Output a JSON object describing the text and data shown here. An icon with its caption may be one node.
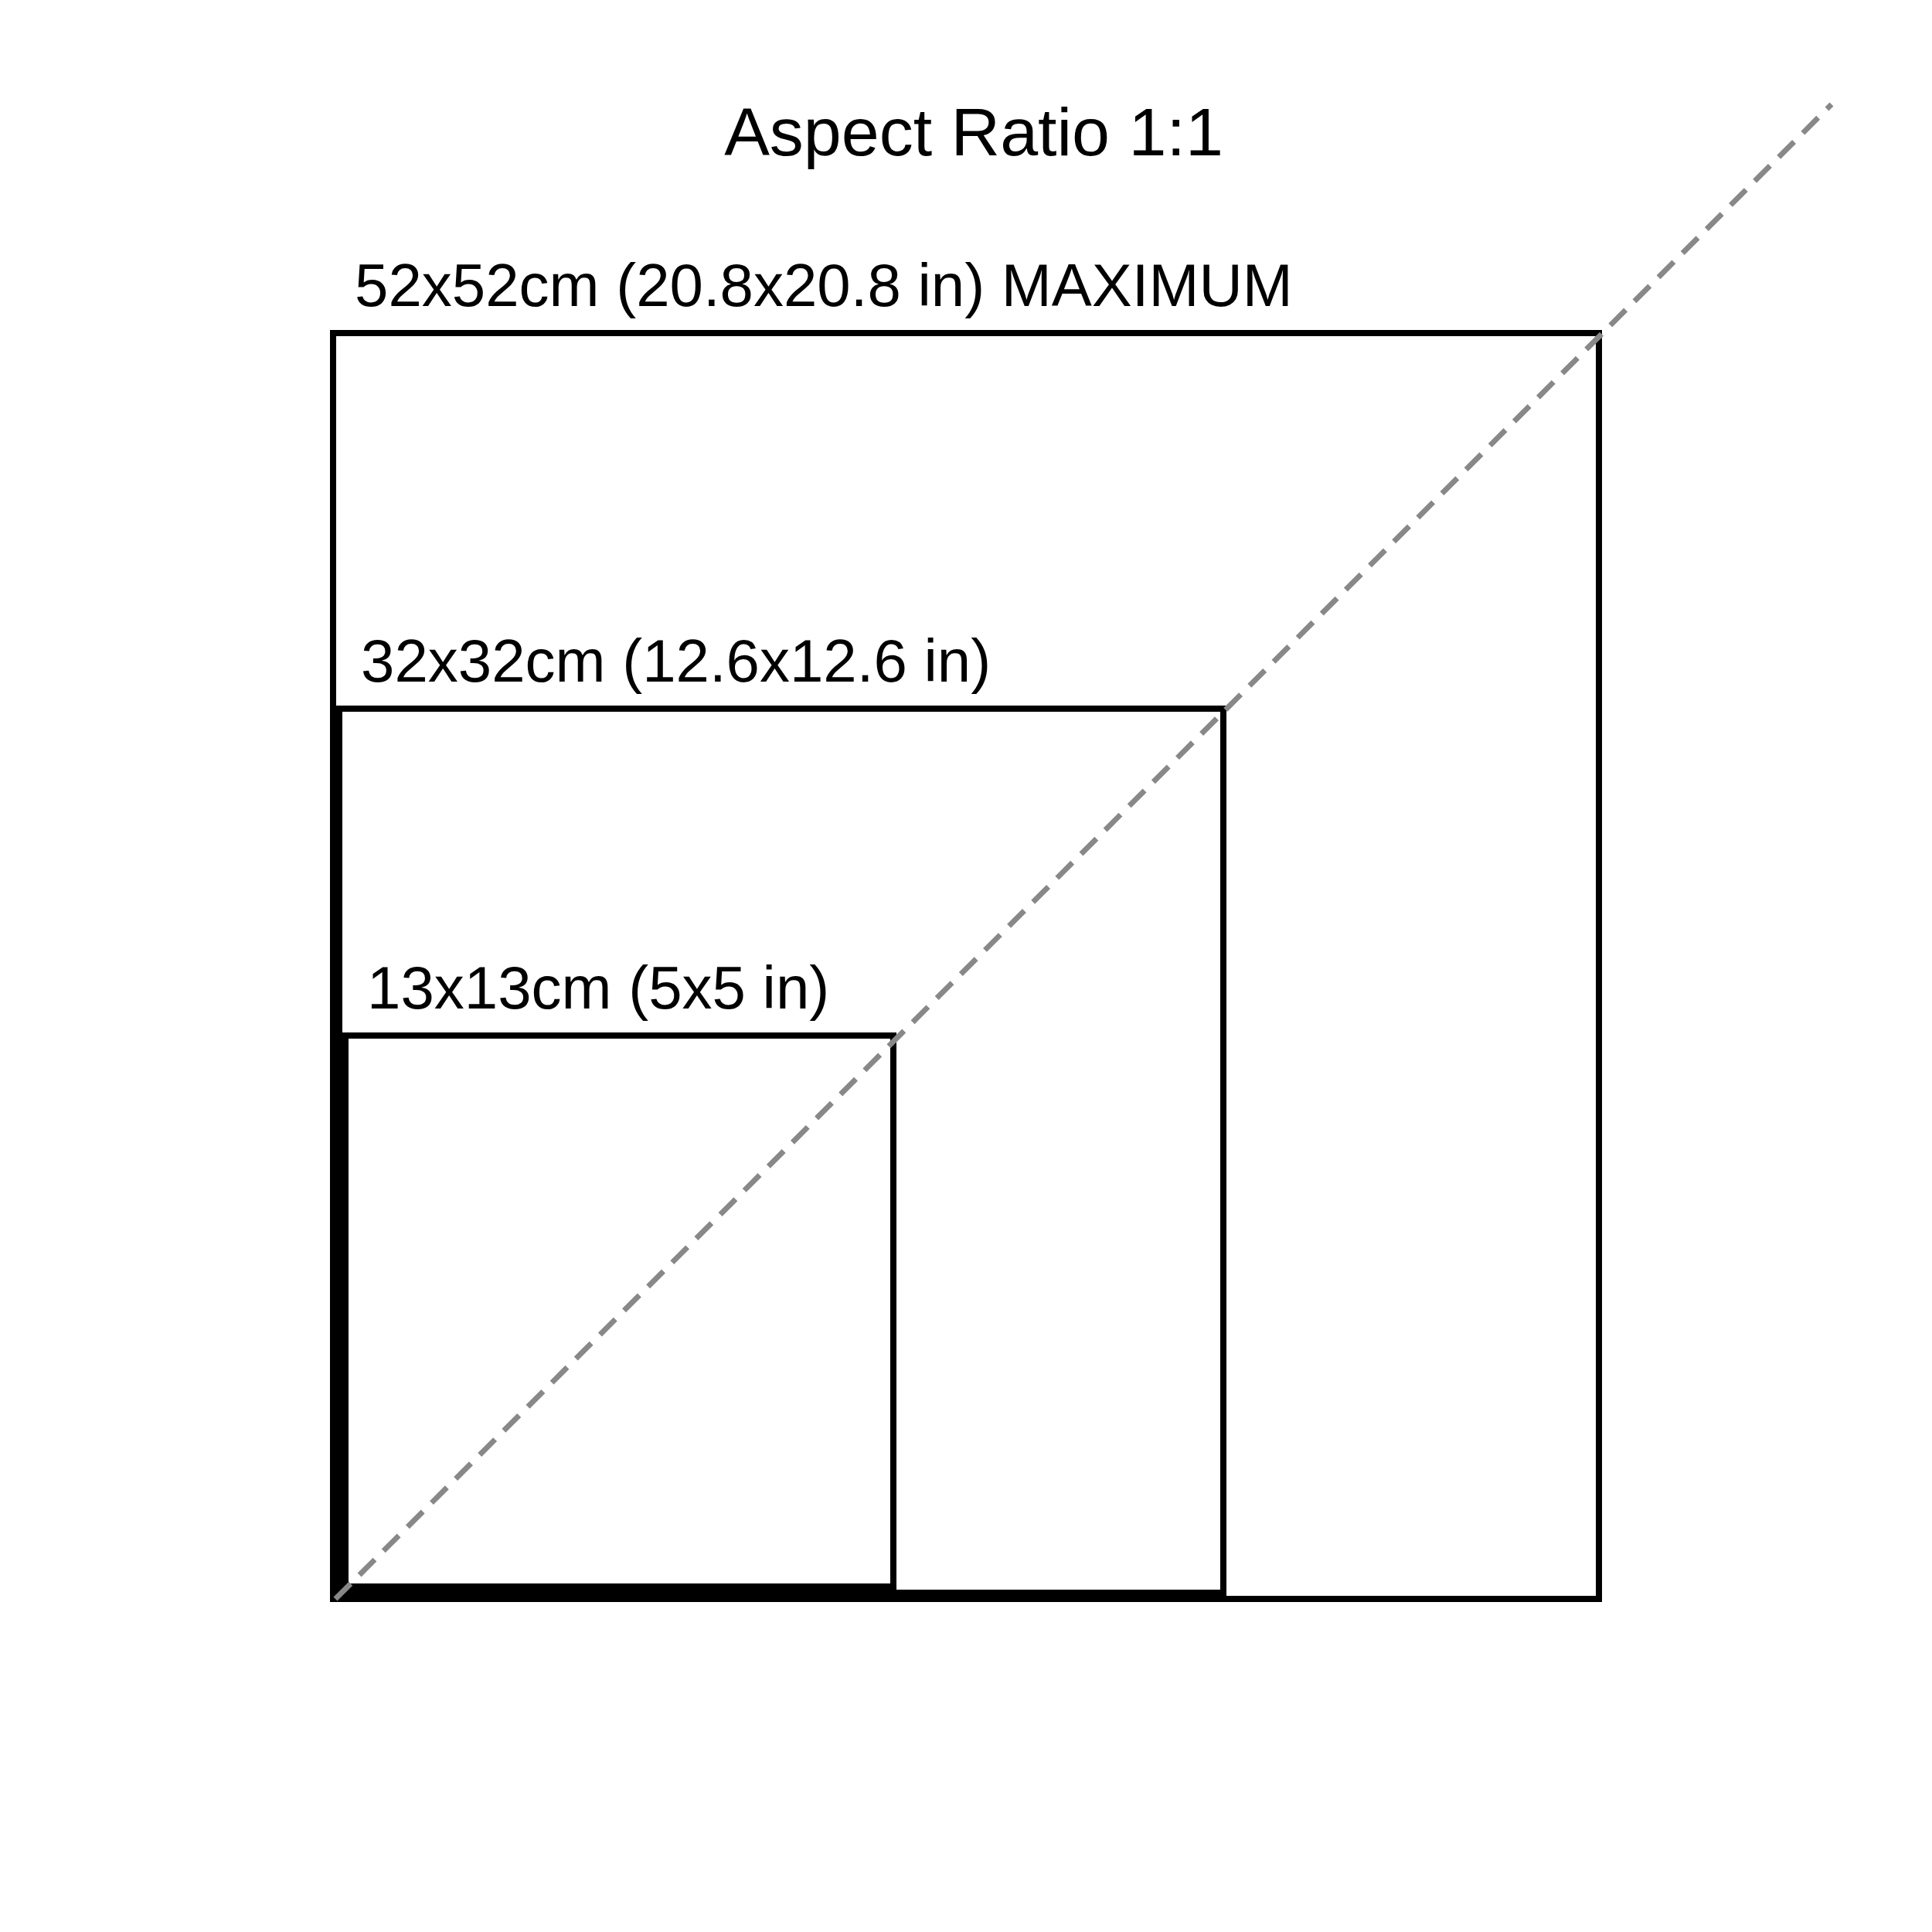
{
  "diagram": {
    "title": "Aspect Ratio 1:1",
    "nodes": [
      {
        "text": [
          "52x52cm (20.8x20.8 in) MAXIMUM"
        ]
      },
      {
        "text": [
          "32x32cm (12.6x12.6 in)"
        ],
        "in": 0
      },
      {
        "text": [
          "13x13cm (5x5 in)"
        ],
        "in": 1
      }
    ]
  }
}
